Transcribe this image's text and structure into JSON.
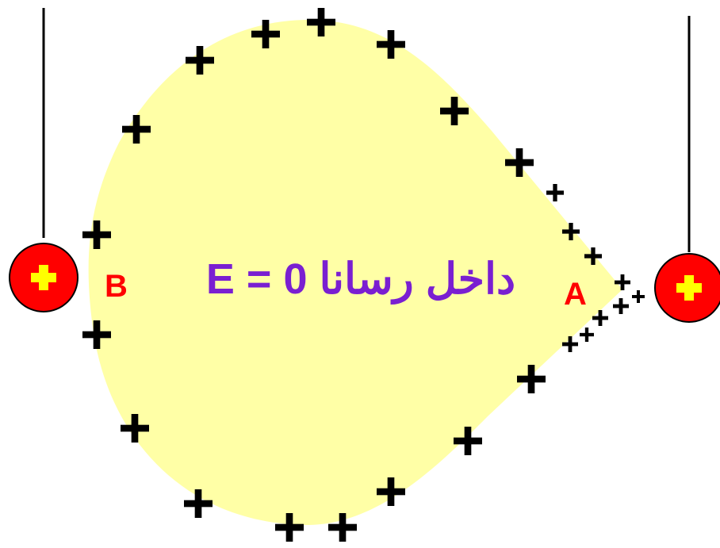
{
  "diagram": {
    "formula_label": "E = داخل رسانا 0",
    "point_a_label": "A",
    "point_b_label": "B",
    "charge_symbol": "+",
    "colors": {
      "conductor_fill": "#ffffa6",
      "formula_color": "#7a1fd1",
      "point_label_color": "#ff0000",
      "ball_fill": "#ff0000",
      "ball_charge_color": "#ffff00",
      "charge_color": "#000000",
      "thread_color": "#000000"
    }
  }
}
